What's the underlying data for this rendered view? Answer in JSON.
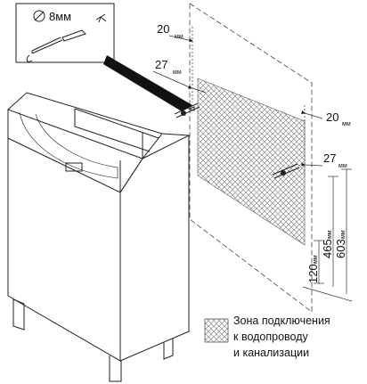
{
  "callout": {
    "diameter_symbol": "⌀",
    "diameter_value": "8мм",
    "icon": "screw-dowel-icon"
  },
  "dimensions": {
    "top_gap_left": {
      "value": "20",
      "unit": "мм"
    },
    "top_drop_left": {
      "value": "27",
      "unit": "мм"
    },
    "top_gap_right": {
      "value": "20",
      "unit": "мм"
    },
    "top_drop_right": {
      "value": "27",
      "unit": "мм"
    },
    "height_low": {
      "value": "120",
      "unit": "мм"
    },
    "height_mid": {
      "value": "465",
      "unit": "мм"
    },
    "height_high": {
      "value": "603",
      "unit": "мм"
    }
  },
  "legend": {
    "line1": "Зона подключения",
    "line2": "к водопроводу",
    "line3": "и канализации",
    "swatch": "crosshatch-pattern"
  },
  "colors": {
    "line": "#222222",
    "hatch": "#777777",
    "callout_arrow": "#111111"
  }
}
